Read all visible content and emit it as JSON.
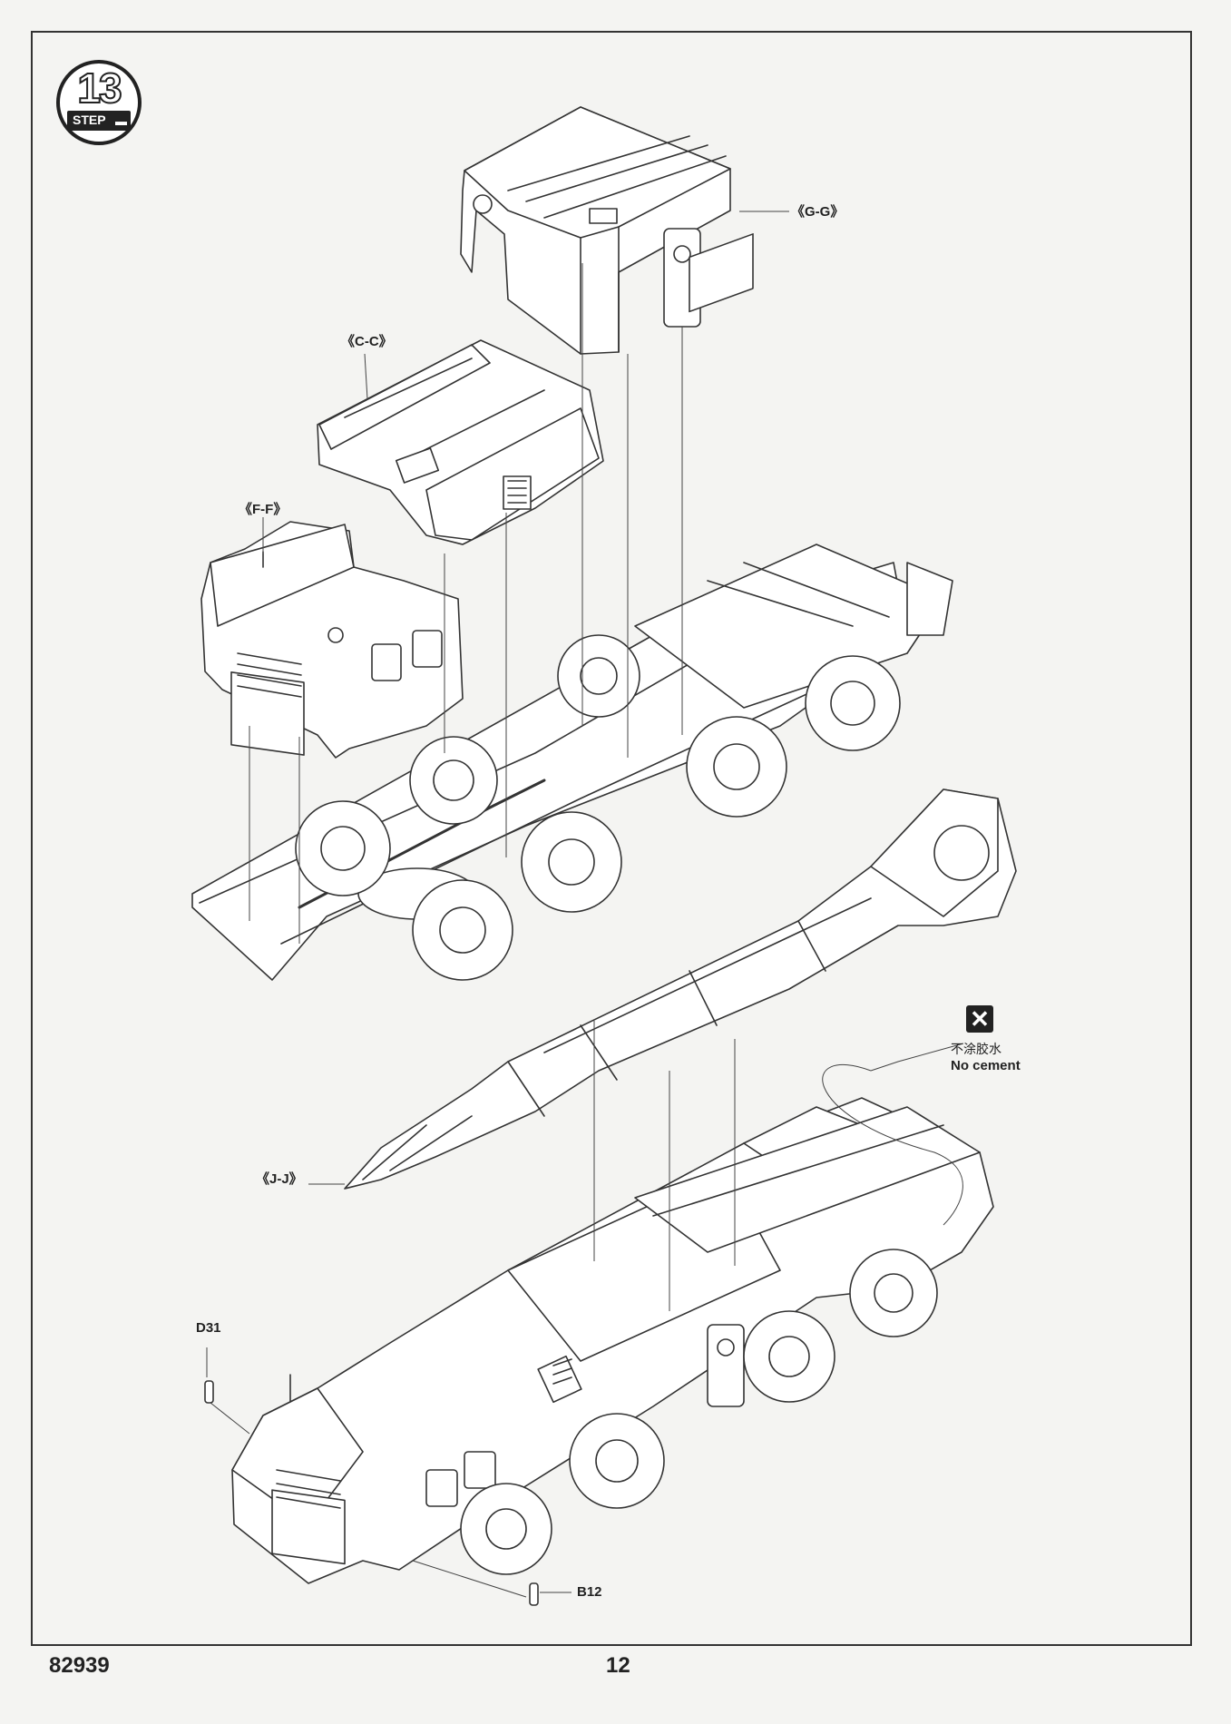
{
  "step": {
    "number": "13",
    "word": "STEP",
    "tank_glyph": "▬"
  },
  "parts": {
    "g_g": "《G-G》",
    "c_c": "《C-C》",
    "f_f": "《F-F》",
    "j_j": "《J-J》",
    "d31": "D31",
    "b12": "B12"
  },
  "no_cement": {
    "icon": "✕",
    "label_cn": "不涂胶水",
    "label_en": "No cement"
  },
  "footer": {
    "product_code": "82939",
    "page_number": "12"
  }
}
